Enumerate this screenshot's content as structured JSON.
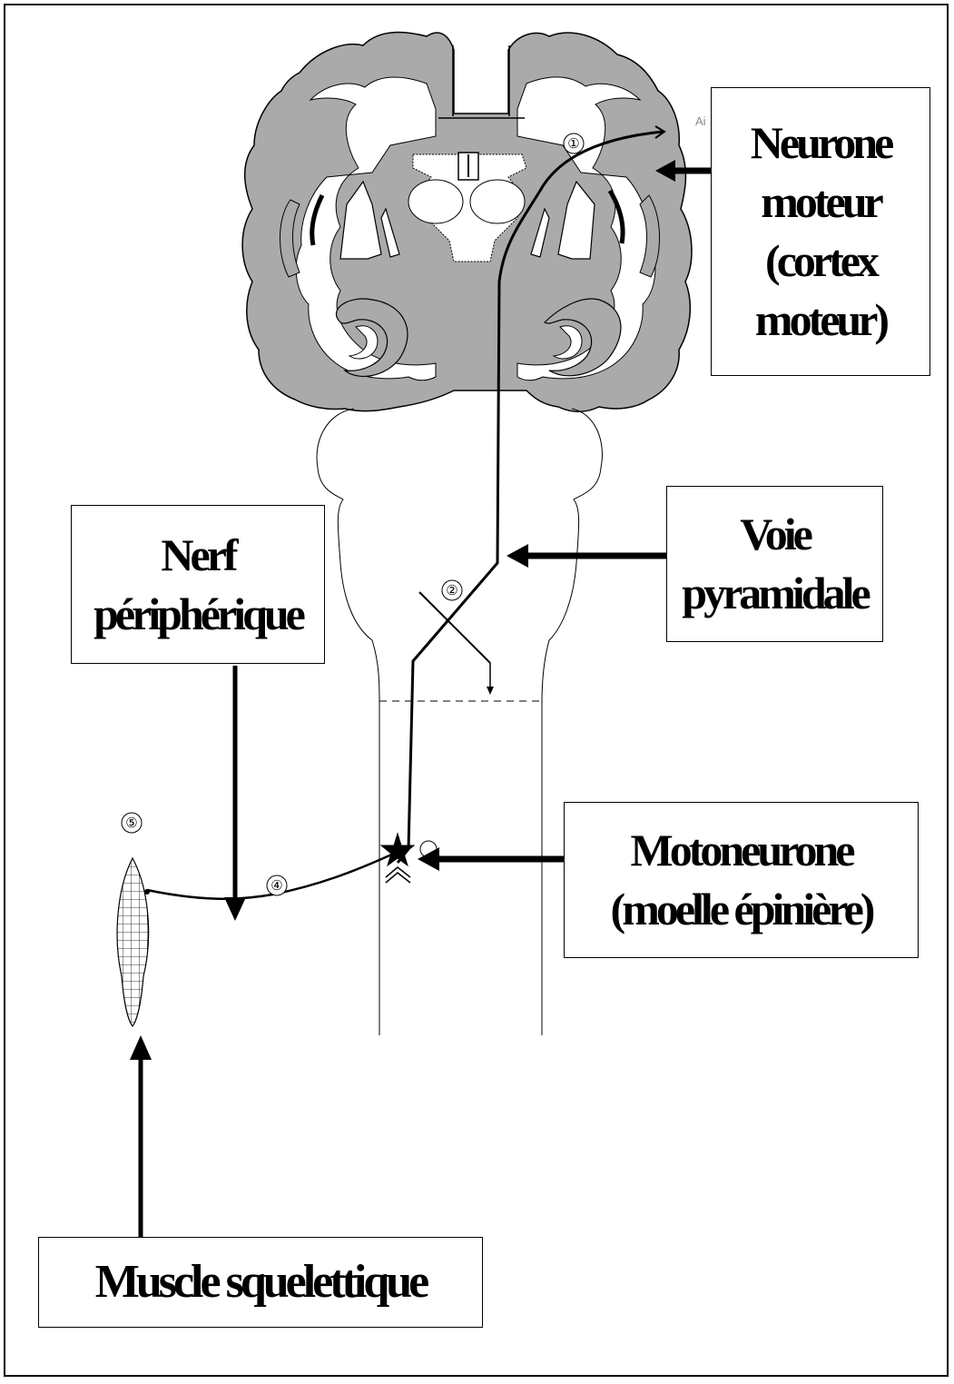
{
  "labels": {
    "neurone_moteur": [
      "Neurone",
      "moteur",
      "(cortex",
      "moteur)"
    ],
    "voie_pyramidale": [
      "Voie",
      "pyramidale"
    ],
    "nerf_peripherique": [
      "Nerf",
      "périphérique"
    ],
    "motoneurone": [
      "Motoneurone",
      "(moelle épinière)"
    ],
    "muscle": [
      "Muscle squelettique"
    ]
  },
  "markers": {
    "m1": "①",
    "m2": "②",
    "m4": "④",
    "m5": "⑤"
  },
  "stray_text": "Ai",
  "colors": {
    "cortex_fill": "#aaaaaa",
    "line": "#000000"
  }
}
